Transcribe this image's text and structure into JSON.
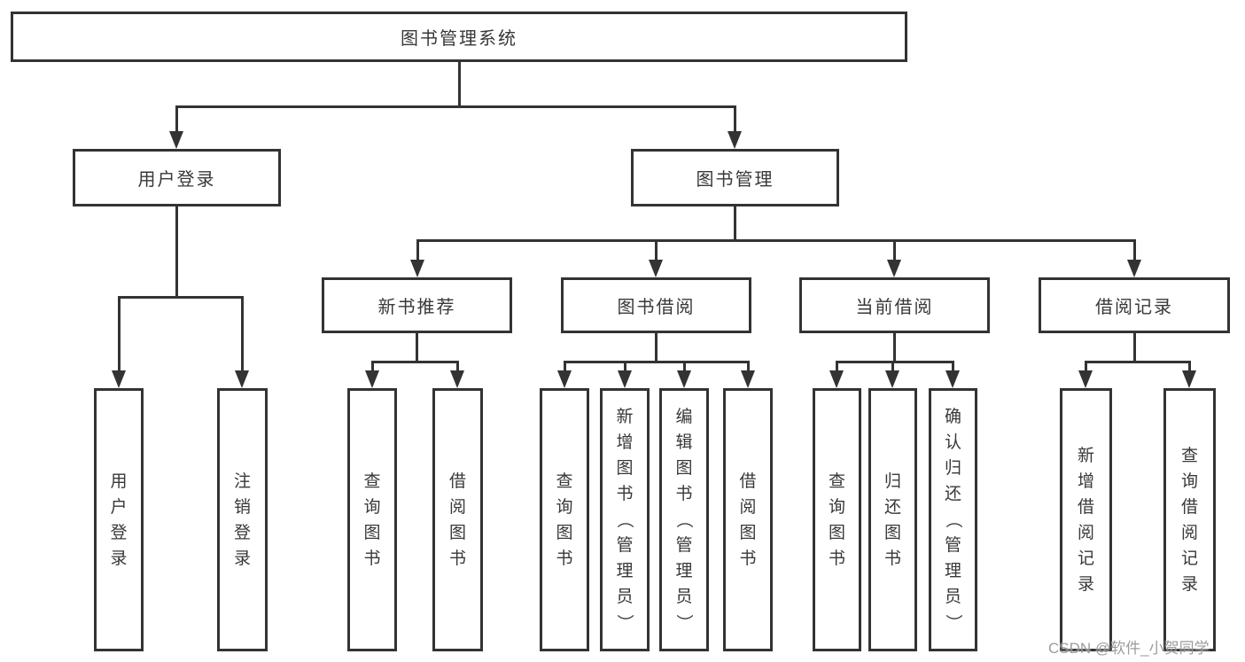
{
  "tree": {
    "label": "图书管理系统",
    "children": [
      {
        "label": "用户登录",
        "children": [
          {
            "label": "用户登录"
          },
          {
            "label": "注销登录"
          }
        ]
      },
      {
        "label": "图书管理",
        "children": [
          {
            "label": "新书推荐",
            "children": [
              {
                "label": "查询图书"
              },
              {
                "label": "借阅图书"
              }
            ]
          },
          {
            "label": "图书借阅",
            "children": [
              {
                "label": "查询图书"
              },
              {
                "label": "新增图书（管理员）"
              },
              {
                "label": "编辑图书（管理员）"
              },
              {
                "label": "借阅图书"
              }
            ]
          },
          {
            "label": "当前借阅",
            "children": [
              {
                "label": "查询图书"
              },
              {
                "label": "归还图书"
              },
              {
                "label": "确认归还（管理员）"
              }
            ]
          },
          {
            "label": "借阅记录",
            "children": [
              {
                "label": "新增借阅记录"
              },
              {
                "label": "查询借阅记录"
              }
            ]
          }
        ]
      }
    ]
  },
  "watermark": {
    "text": "CSDN @软件_小贺同学"
  },
  "colors": {
    "line": "#333333",
    "text": "#383838",
    "watermark": "#929292",
    "background": "#ffffff"
  }
}
